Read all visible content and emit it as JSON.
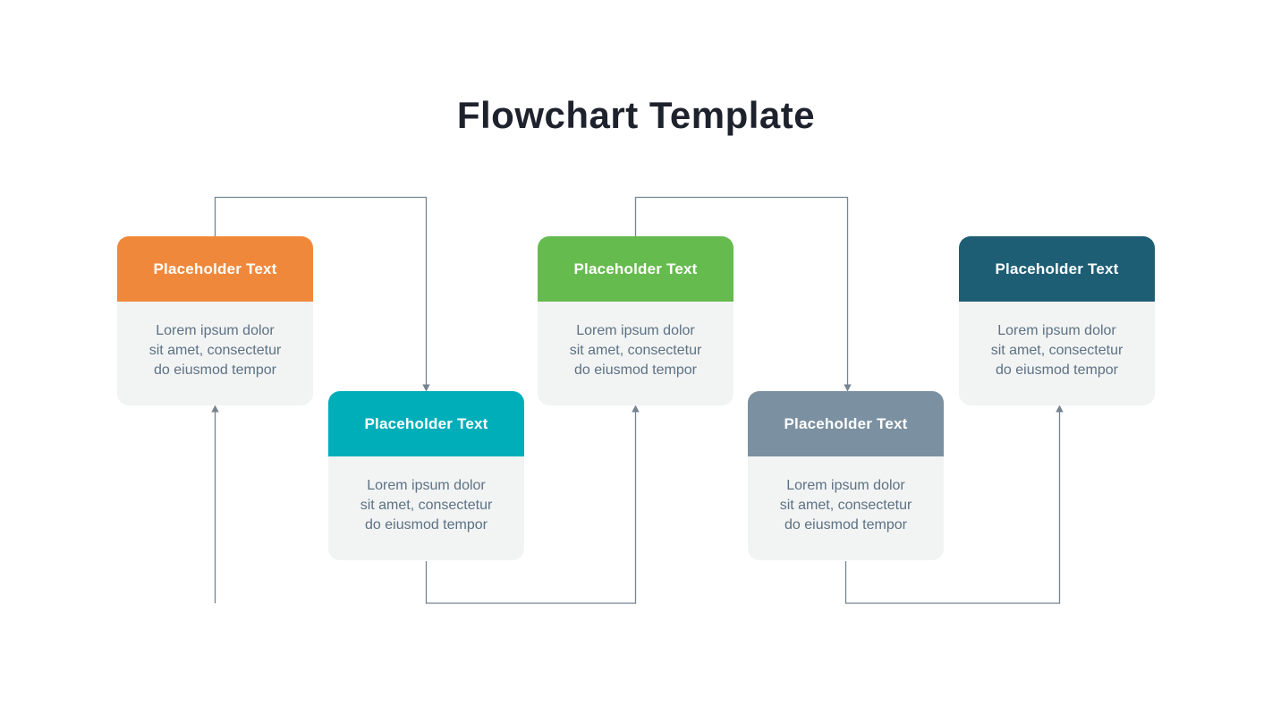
{
  "title": "Flowchart Template",
  "cards": [
    {
      "header": "Placeholder Text",
      "body_lines": [
        "Lorem ipsum dolor",
        "sit amet, consectetur",
        "do eiusmod tempor"
      ],
      "color": "#F0883B",
      "color_name": "orange"
    },
    {
      "header": "Placeholder Text",
      "body_lines": [
        "Lorem ipsum dolor",
        "sit amet, consectetur",
        "do eiusmod tempor"
      ],
      "color": "#00AEBA",
      "color_name": "teal"
    },
    {
      "header": "Placeholder Text",
      "body_lines": [
        "Lorem ipsum dolor",
        "sit amet, consectetur",
        "do eiusmod tempor"
      ],
      "color": "#66BB4E",
      "color_name": "green"
    },
    {
      "header": "Placeholder Text",
      "body_lines": [
        "Lorem ipsum dolor",
        "sit amet, consectetur",
        "do eiusmod tempor"
      ],
      "color": "#7B90A1",
      "color_name": "slate-gray"
    },
    {
      "header": "Placeholder Text",
      "body_lines": [
        "Lorem ipsum dolor",
        "sit amet, consectetur",
        "do eiusmod tempor"
      ],
      "color": "#1E5E74",
      "color_name": "dark-teal"
    }
  ],
  "colors": {
    "connector": "#76848F",
    "card_body_bg": "#F2F4F4",
    "body_text": "#5D7183",
    "header_text": "#FFFFFF",
    "title": "#1E222D",
    "background": "#FFFFFF"
  }
}
